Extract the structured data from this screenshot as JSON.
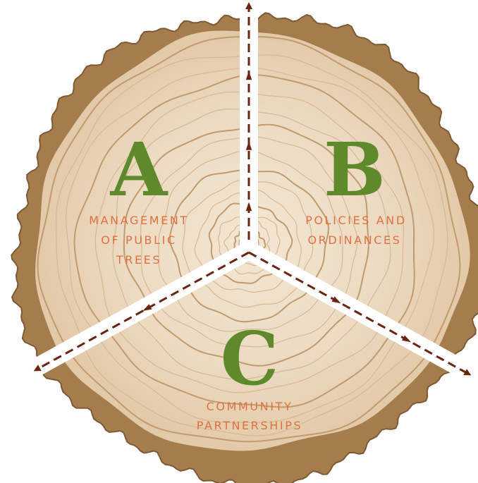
{
  "diagram": {
    "sectors": [
      {
        "letter": "A",
        "caption_lines": [
          "MANAGEMENT",
          "OF PUBLIC",
          "TREES"
        ]
      },
      {
        "letter": "B",
        "caption_lines": [
          "POLICIES AND",
          "ORDINANCES"
        ]
      },
      {
        "letter": "C",
        "caption_lines": [
          "COMMUNITY",
          "PARTNERSHIPS"
        ]
      }
    ],
    "colors": {
      "bark": "#a57c4c",
      "bark_dark": "#7d5a34",
      "wood": "#ead7bd",
      "wood_light": "#f3e6d2",
      "ring": "#c8a57e",
      "letter": "#5f8a2b",
      "caption": "#e0713f",
      "arrow": "#6b2410",
      "divider": "#ffffff"
    },
    "arrow_style": "dashed"
  }
}
